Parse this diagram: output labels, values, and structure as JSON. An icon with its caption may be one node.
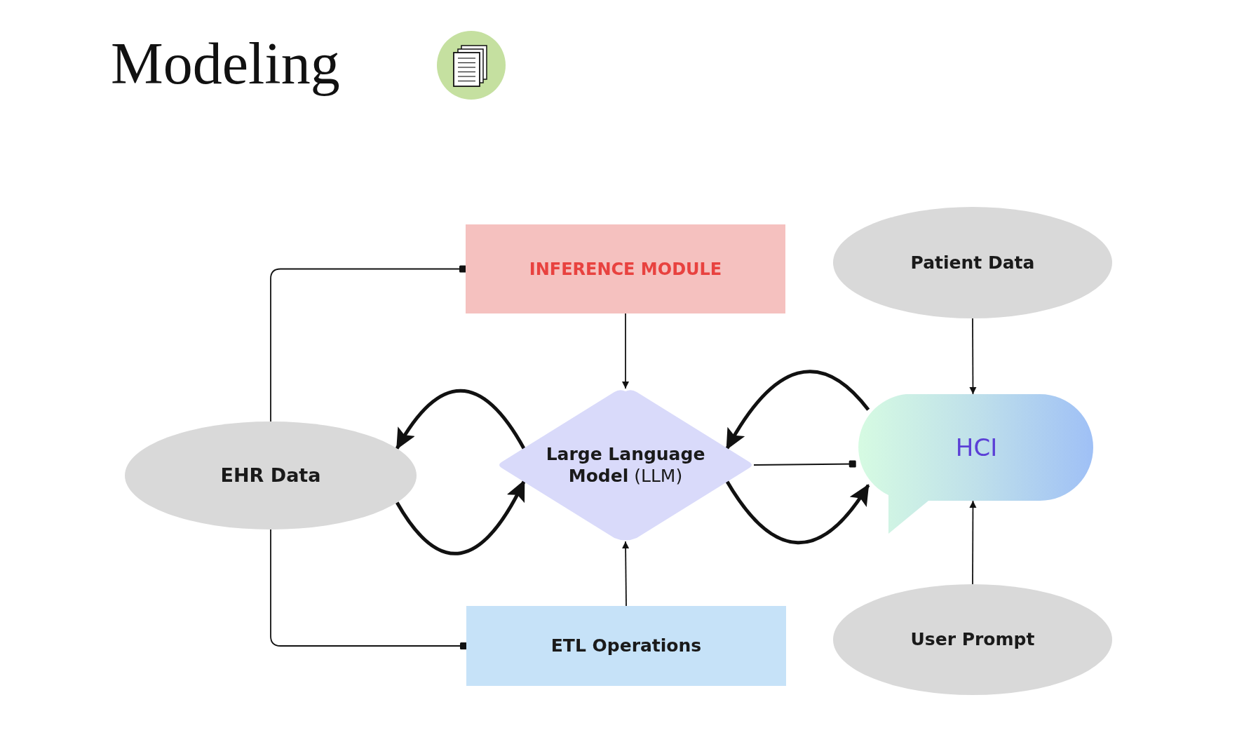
{
  "diagram": {
    "title": "Modeling",
    "nodes": [
      {
        "text": [
          "INFERENCE MODULE"
        ]
      },
      {
        "text": [
          "Patient Data"
        ]
      },
      {
        "text": [
          "EHR Data"
        ]
      },
      {
        "text": [
          "**Large Language Model** (LLM)"
        ]
      },
      {
        "text": [
          "HCI"
        ]
      },
      {
        "text": [
          "ETL Operations"
        ]
      },
      {
        "text": [
          "User Prompt"
        ]
      }
    ],
    "edges": [
      {
        "from": 2,
        "to": 0,
        "arrow": "other"
      },
      {
        "from": 2,
        "to": 5,
        "arrow": "other"
      },
      {
        "from": 0,
        "to": 3,
        "arrow": "to"
      },
      {
        "from": 5,
        "to": 3,
        "arrow": "to"
      },
      {
        "from": 3,
        "to": 4,
        "arrow": "other"
      },
      {
        "from": 1,
        "to": 4,
        "arrow": "to"
      },
      {
        "from": 6,
        "to": 4,
        "arrow": "to"
      },
      {
        "from": 3,
        "to": 2,
        "arrow": "to",
        "style": "thick"
      },
      {
        "from": 2,
        "to": 3,
        "arrow": "to",
        "style": "thick"
      },
      {
        "from": 4,
        "to": 3,
        "arrow": "to",
        "style": "thick"
      },
      {
        "from": 3,
        "to": 4,
        "arrow": "to",
        "style": "thick"
      }
    ]
  }
}
